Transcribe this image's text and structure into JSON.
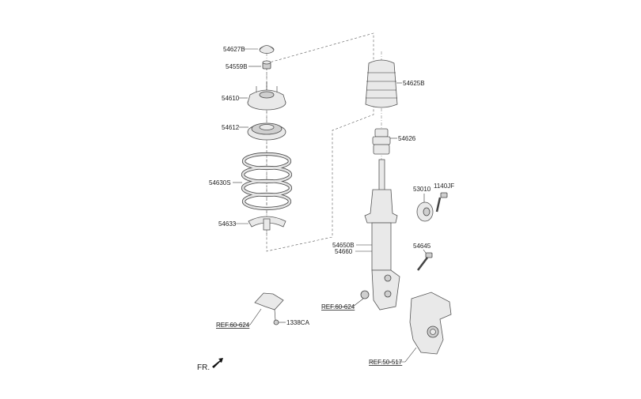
{
  "diagram": {
    "part_labels": {
      "top_cap": "54627B",
      "nut": "54559B",
      "mount": "54610",
      "bearing": "54612",
      "spring": "54630S",
      "spring_pad": "54633",
      "dust_cover": "54625B",
      "bumper": "54626",
      "strut_a": "54650B",
      "strut_b": "54660",
      "bushing": "53010",
      "bolt_a": "1140JF",
      "bolt_b": "54645",
      "nut_b": "1338CA"
    },
    "references": {
      "ref_left": "REF.60-624",
      "ref_mid": "REF.60-624",
      "ref_knuckle": "REF.50-517"
    },
    "orientation": {
      "label": "FR."
    }
  }
}
